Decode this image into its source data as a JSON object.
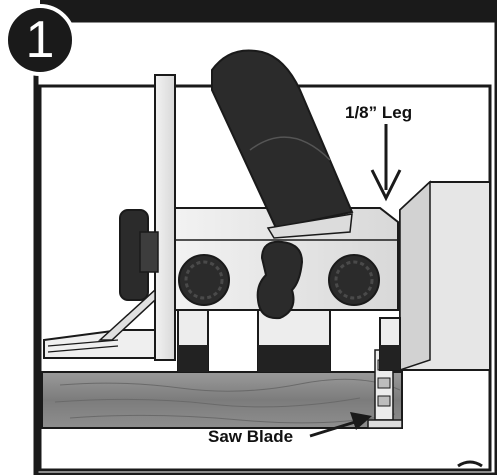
{
  "step": {
    "number": "1"
  },
  "annotations": {
    "leg_label": "1/8” Leg",
    "saw_blade_label": "Saw Blade"
  },
  "colors": {
    "outline": "#1a1a1a",
    "panel": "#e9e9e9",
    "dark_part": "#2b2b2b",
    "wood": "#8a8a8a"
  }
}
